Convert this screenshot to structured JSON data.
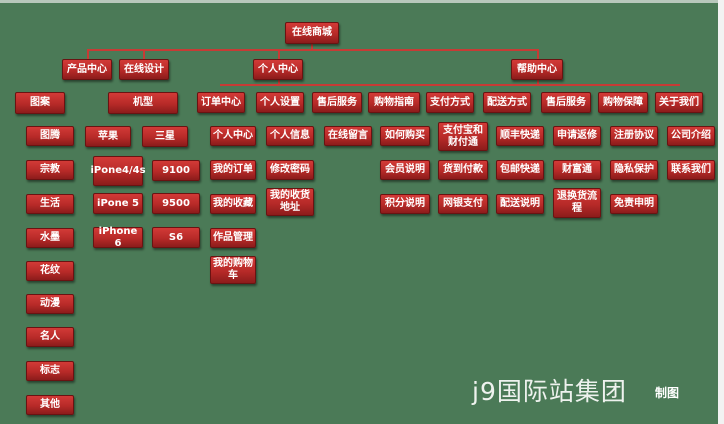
{
  "root": "在线商城",
  "level1": {
    "product_center": "产品中心",
    "online_design": "在线设计",
    "personal_center": "个人中心",
    "help_center": "帮助中心"
  },
  "product": {
    "pattern": "图案",
    "pattern_items": [
      "图腾",
      "宗教",
      "生活",
      "水墨",
      "花纹",
      "动漫",
      "名人",
      "标志",
      "其他"
    ]
  },
  "design": {
    "model": "机型",
    "apple": "苹果",
    "samsung": "三星",
    "apple_models": [
      "iPone4/4s",
      "iPone 5",
      "iPhone 6"
    ],
    "samsung_models": [
      "9100",
      "9500",
      "S6"
    ]
  },
  "personal": {
    "order_center": "订单中心",
    "order_items": [
      "个人中心",
      "我的订单",
      "我的收藏",
      "作品管理",
      "我的购物车"
    ],
    "settings": "个人设置",
    "settings_items": [
      "个人信息",
      "修改密码",
      "我的收货地址"
    ],
    "after_sales": "售后服务",
    "after_sales_items": [
      "在线留言"
    ]
  },
  "help": {
    "shopping_guide": "购物指南",
    "shopping_guide_items": [
      "如何购买",
      "会员说明",
      "积分说明"
    ],
    "payment": "支付方式",
    "payment_items": [
      "支付宝和财付通",
      "货到付款",
      "网银支付"
    ],
    "delivery": "配送方式",
    "delivery_items": [
      "顺丰快递",
      "包邮快递",
      "配送说明"
    ],
    "after_sales": "售后服务",
    "after_sales_items": [
      "申请返修",
      "财富通",
      "退换货流程"
    ],
    "guarantee": "购物保障",
    "guarantee_items": [
      "注册协议",
      "隐私保护",
      "免责申明"
    ],
    "about": "关于我们",
    "about_items": [
      "公司介绍",
      "联系我们"
    ]
  },
  "watermark": "j9国际站集团",
  "watermark_sub": "制图"
}
